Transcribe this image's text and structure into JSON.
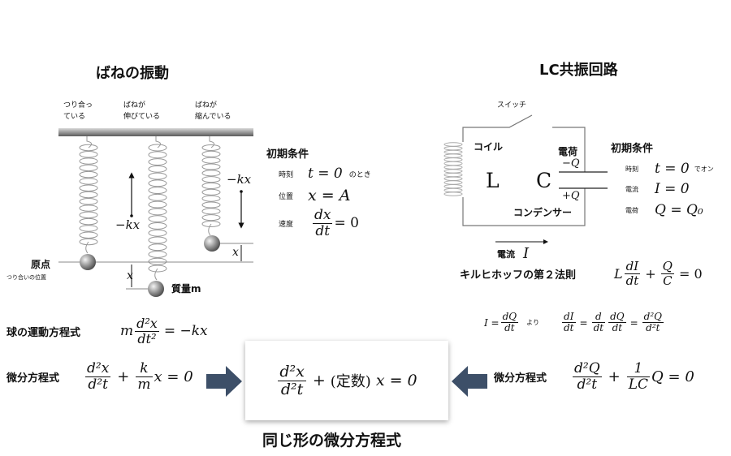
{
  "spring": {
    "title": "ばねの振動",
    "states": [
      {
        "line1": "つり合っ",
        "line2": "ている"
      },
      {
        "line1": "ばねが",
        "line2": "伸びている"
      },
      {
        "line1": "ばねが",
        "line2": "縮んでいる"
      }
    ],
    "force_label_1": "−kx",
    "force_label_2": "−kx",
    "origin_label": "原点",
    "origin_sub": "つり合いの位置",
    "x_label_1": "x",
    "x_label_2": "x",
    "mass_label": "質量m",
    "initial": {
      "title": "初期条件",
      "rows": [
        {
          "label": "時刻",
          "expr": "t = 0",
          "note": "のとき"
        },
        {
          "label": "位置",
          "expr": "x = A"
        },
        {
          "label": "速度",
          "num": "dx",
          "den": "dt",
          "rhs": "= 0"
        }
      ]
    },
    "motion_eq": {
      "label": "球の運動方程式",
      "pre": "m",
      "num": "d²x",
      "den": "dt²",
      "rhs": "= −kx"
    },
    "diff_eq": {
      "label": "微分方程式",
      "num1": "d²x",
      "den1": "d²t",
      "plus": "+",
      "num2": "k",
      "den2": "m",
      "rhs": "x = 0"
    }
  },
  "lc": {
    "title": "LC共振回路",
    "switch_label": "スイッチ",
    "coil_label": "コイル",
    "L": "L",
    "C": "C",
    "charge_label": "電荷",
    "minus_q": "−Q",
    "plus_q": "+Q",
    "capacitor_label": "コンデンサー",
    "current_label": "電流",
    "current_symbol": "I",
    "initial": {
      "title": "初期条件",
      "rows": [
        {
          "label": "時刻",
          "expr": "t = 0",
          "note": "でオン"
        },
        {
          "label": "電流",
          "expr": "I = 0"
        },
        {
          "label": "電荷",
          "expr": "Q = Q₀"
        }
      ]
    },
    "kirchhoff": {
      "label": "キルヒホッフの第２法則",
      "pre": "L",
      "num1": "dI",
      "den1": "dt",
      "plus": "+",
      "num2": "Q",
      "den2": "C",
      "rhs": "= 0"
    },
    "relation": {
      "lhs": "I =",
      "num": "dQ",
      "den": "dt",
      "note": "より",
      "n1": "dI",
      "d1": "dt",
      "eq1": "=",
      "n2": "d",
      "d2": "dt",
      "n3": "dQ",
      "d3": "dt",
      "eq2": "=",
      "n4": "d²Q",
      "d4": "d²t"
    },
    "diff_eq": {
      "label": "微分方程式",
      "num1": "d²Q",
      "den1": "d²t",
      "plus": "+",
      "num2": "1",
      "den2": "LC",
      "rhs": "Q = 0"
    }
  },
  "common": {
    "num": "d²x",
    "den": "d²t",
    "plus": "+",
    "const": "(定数)",
    "rhs": "x = 0",
    "caption": "同じ形の微分方程式",
    "arrow_color": "#3d4f68"
  }
}
